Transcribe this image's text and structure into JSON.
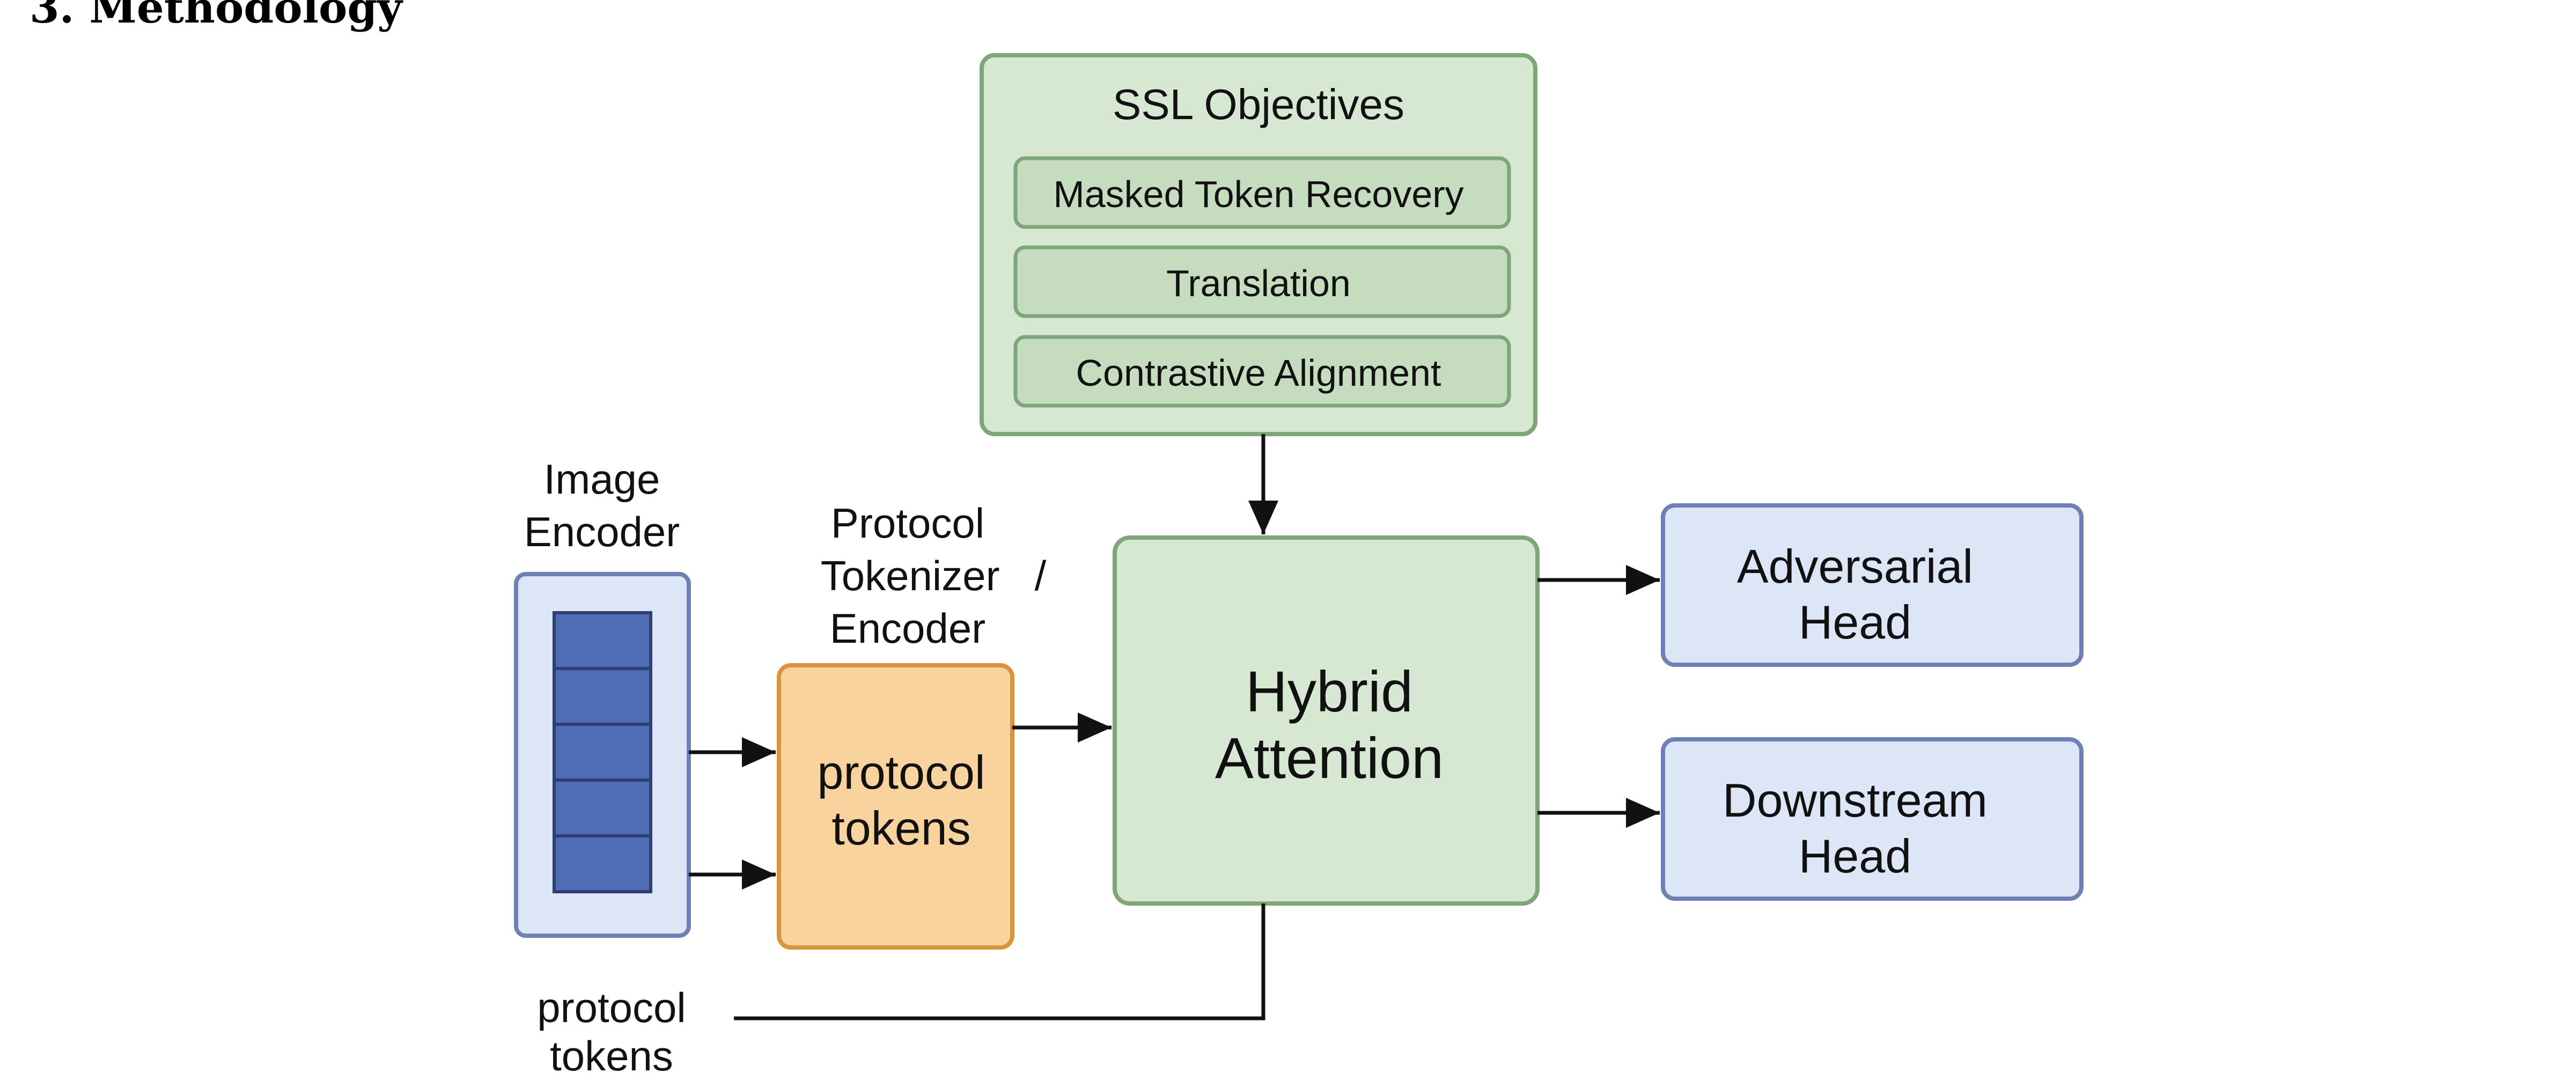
{
  "section_heading": "3. Methodology",
  "ssl": {
    "title": "SSL Objectives",
    "items": [
      "Masked Token Recovery",
      "Translation",
      "Contrastive Alignment"
    ]
  },
  "image_encoder": {
    "label_line1": "Image",
    "label_line2": "Encoder"
  },
  "tokenizer": {
    "label_line1": "Protocol",
    "label_line2": "Tokenizer   /",
    "label_line3": "Encoder",
    "box_line1": "protocol",
    "box_line2": "tokens"
  },
  "hybrid": {
    "line1": "Hybrid",
    "line2": "Attention"
  },
  "heads": [
    {
      "line1": "Adversarial",
      "line2": "Head"
    },
    {
      "line1": "Downstream",
      "line2": "Head"
    }
  ],
  "bypass": {
    "line1": "protocol",
    "line2": "tokens"
  },
  "colors": {
    "green_fill": "#d6e8d2",
    "green_item_fill": "#c5dcbf",
    "green_stroke": "#7fa678",
    "blue_fill": "#dde6f7",
    "blue_stroke": "#6f80b4",
    "patch_fill": "#4e6db4",
    "patch_stroke": "#2d3f73",
    "orange_fill": "#f8d39d",
    "orange_stroke": "#d9953c",
    "arrow": "#111111"
  }
}
